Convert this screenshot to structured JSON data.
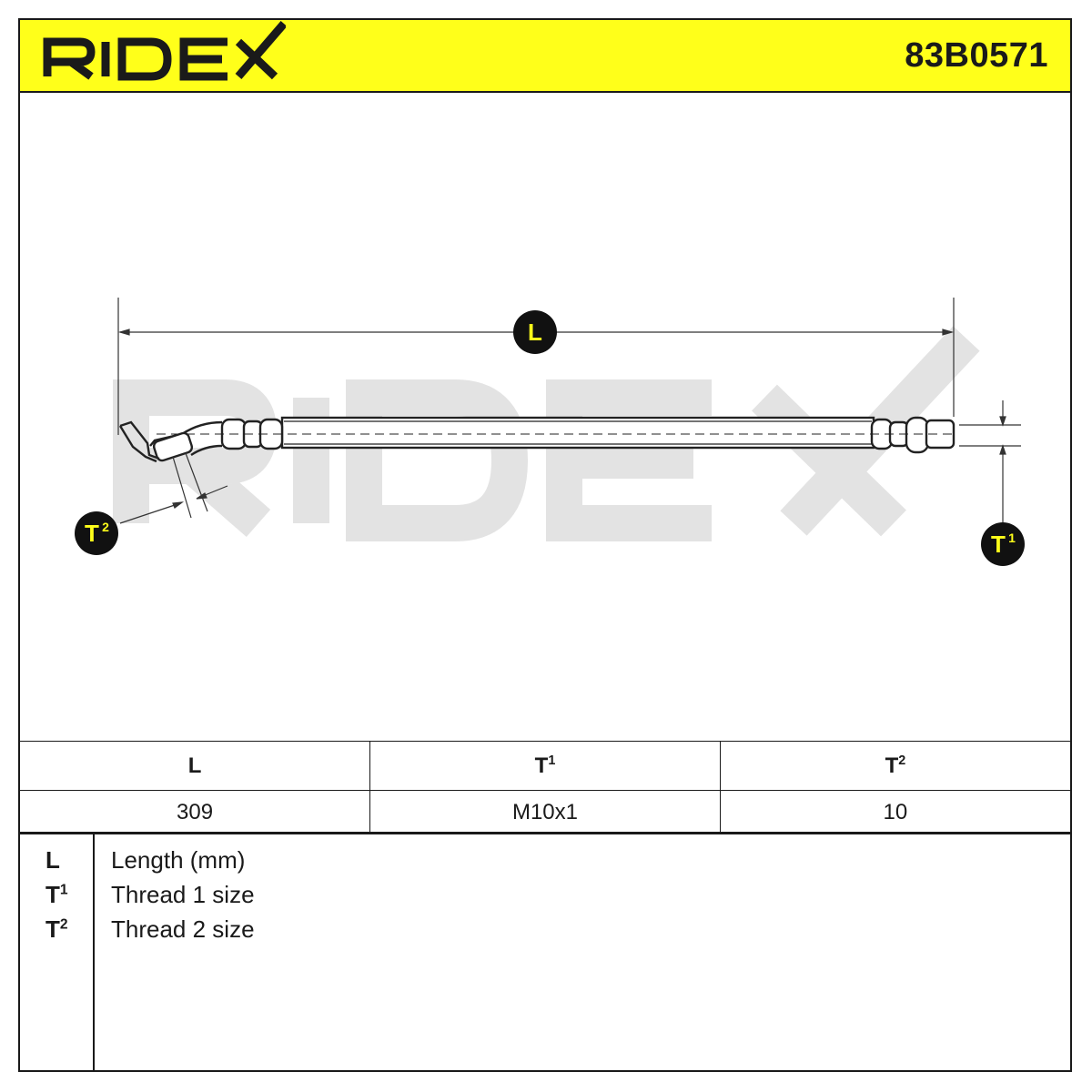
{
  "header": {
    "brand": "RIDEX",
    "part_number": "83B0571",
    "background_color": "#ffff1a"
  },
  "drawing": {
    "watermark": "RIDEX",
    "labels": {
      "length": "L",
      "thread1_base": "T",
      "thread1_sup": "1",
      "thread2_base": "T",
      "thread2_sup": "2"
    },
    "callout_fill": "#111111",
    "callout_text_color": "#ffff1a"
  },
  "spec_table": {
    "headers": [
      {
        "base": "L",
        "sup": ""
      },
      {
        "base": "T",
        "sup": "1"
      },
      {
        "base": "T",
        "sup": "2"
      }
    ],
    "values": [
      "309",
      "M10x1",
      "10"
    ]
  },
  "legend": [
    {
      "key_base": "L",
      "key_sup": "",
      "description": "Length (mm)"
    },
    {
      "key_base": "T",
      "key_sup": "1",
      "description": "Thread 1 size"
    },
    {
      "key_base": "T",
      "key_sup": "2",
      "description": "Thread 2 size"
    }
  ]
}
